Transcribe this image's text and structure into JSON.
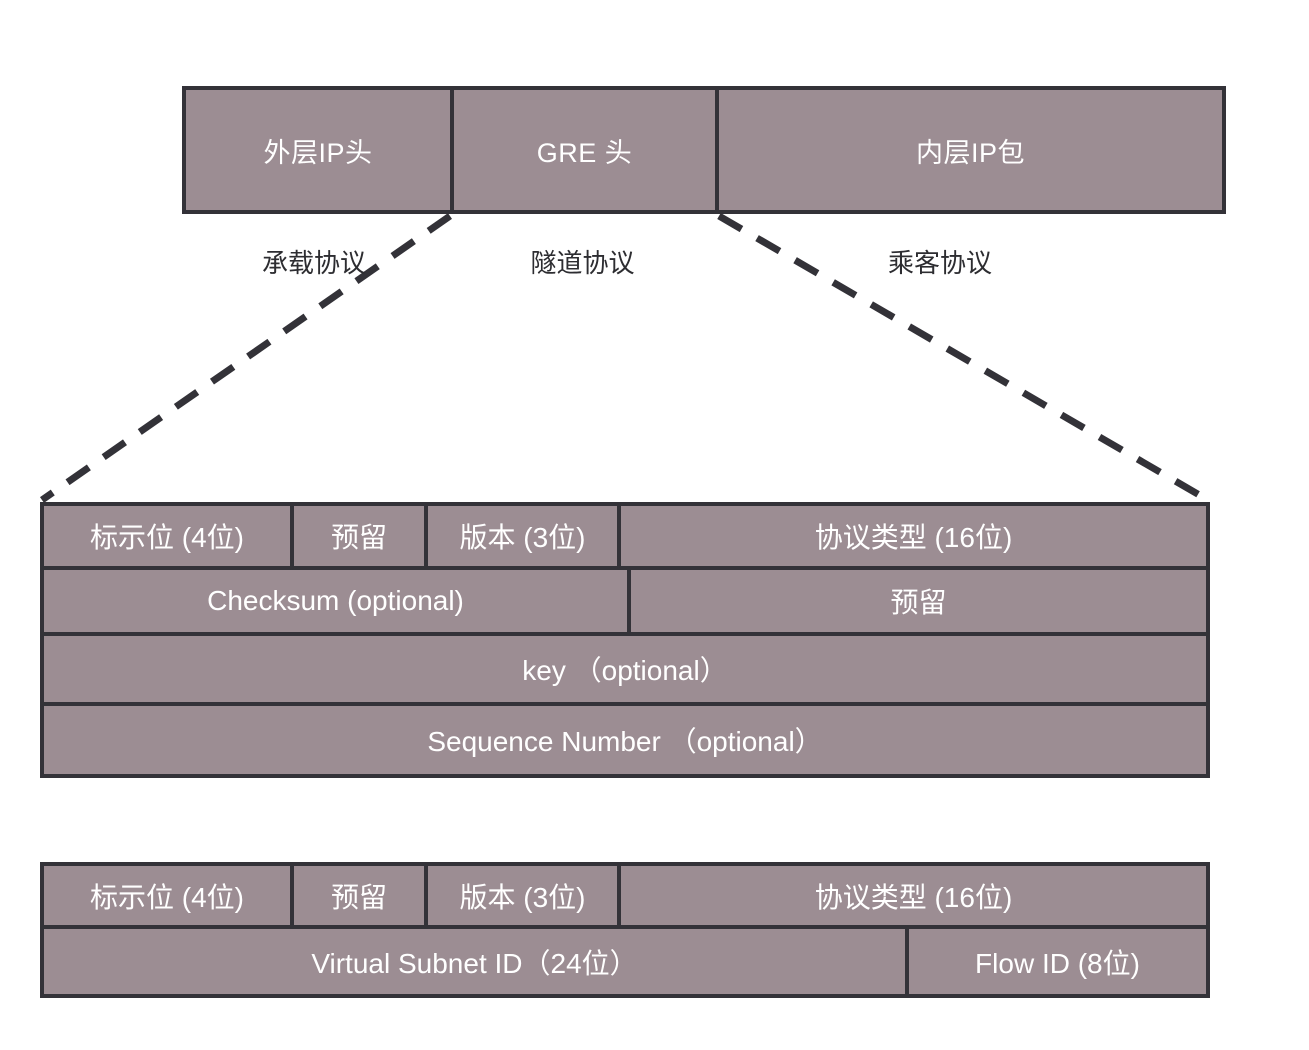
{
  "diagram": {
    "title": "GRE / NVGRE packet encapsulation format",
    "colors": {
      "cell_fill": "#9c8d93",
      "border": "#333238",
      "cell_text": "#ffffff",
      "caption_text": "#2d2d31",
      "background": "#ffffff"
    }
  },
  "encapsulation": {
    "cells": [
      {
        "label": "外层IP头"
      },
      {
        "label": "GRE 头"
      },
      {
        "label": "内层IP包"
      }
    ],
    "protocol_labels": [
      {
        "label": "承载协议"
      },
      {
        "label": "隧道协议"
      },
      {
        "label": "乘客协议"
      }
    ]
  },
  "gre_header": {
    "rows": [
      {
        "cells": [
          {
            "label": "标示位 (4位)"
          },
          {
            "label": "预留"
          },
          {
            "label": "版本 (3位)"
          },
          {
            "label": "协议类型 (16位)"
          }
        ]
      },
      {
        "cells": [
          {
            "label": "Checksum (optional)"
          },
          {
            "label": "预留"
          }
        ]
      },
      {
        "cells": [
          {
            "label": "key （optional）"
          }
        ]
      },
      {
        "cells": [
          {
            "label": "Sequence Number （optional）"
          }
        ]
      }
    ]
  },
  "nvgre_header": {
    "rows": [
      {
        "cells": [
          {
            "label": "标示位 (4位)"
          },
          {
            "label": "预留"
          },
          {
            "label": "版本 (3位)"
          },
          {
            "label": "协议类型 (16位)"
          }
        ]
      },
      {
        "cells": [
          {
            "label": "Virtual Subnet ID（24位）"
          },
          {
            "label": "Flow ID (8位)"
          }
        ]
      }
    ]
  }
}
